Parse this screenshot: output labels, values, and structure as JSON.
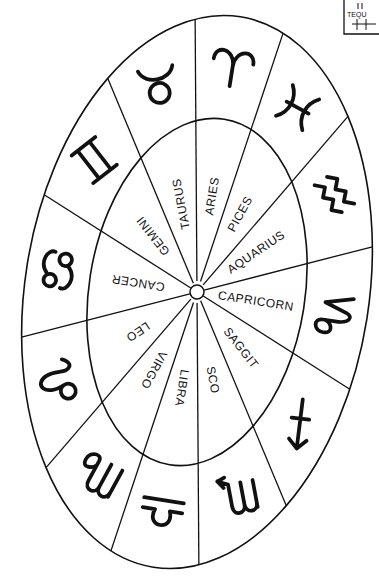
{
  "diagram": {
    "labels": [
      "TAURUS",
      "ARIES",
      "PICES",
      "AQUARIUS",
      "CAPRICORN",
      "SAGGIT",
      "SCO",
      "LIBRA",
      "VIRGO",
      "LEO",
      "CANCER",
      "GEMINI",
      "TEQU"
    ]
  }
}
